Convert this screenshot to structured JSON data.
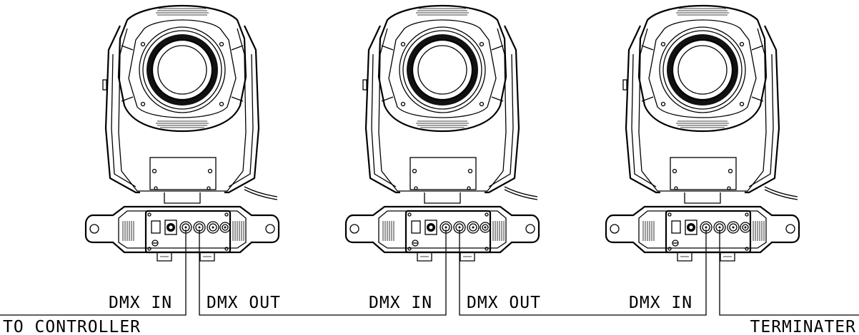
{
  "fixtures": [
    {
      "id": "fixture-1",
      "in_label": "DMX IN",
      "out_label": "DMX OUT"
    },
    {
      "id": "fixture-2",
      "in_label": "DMX IN",
      "out_label": "DMX OUT"
    },
    {
      "id": "fixture-3",
      "in_label": "DMX IN",
      "out_label": ""
    }
  ],
  "ends": {
    "controller": "TO CONTROLLER",
    "terminator": "TERMINATER"
  }
}
